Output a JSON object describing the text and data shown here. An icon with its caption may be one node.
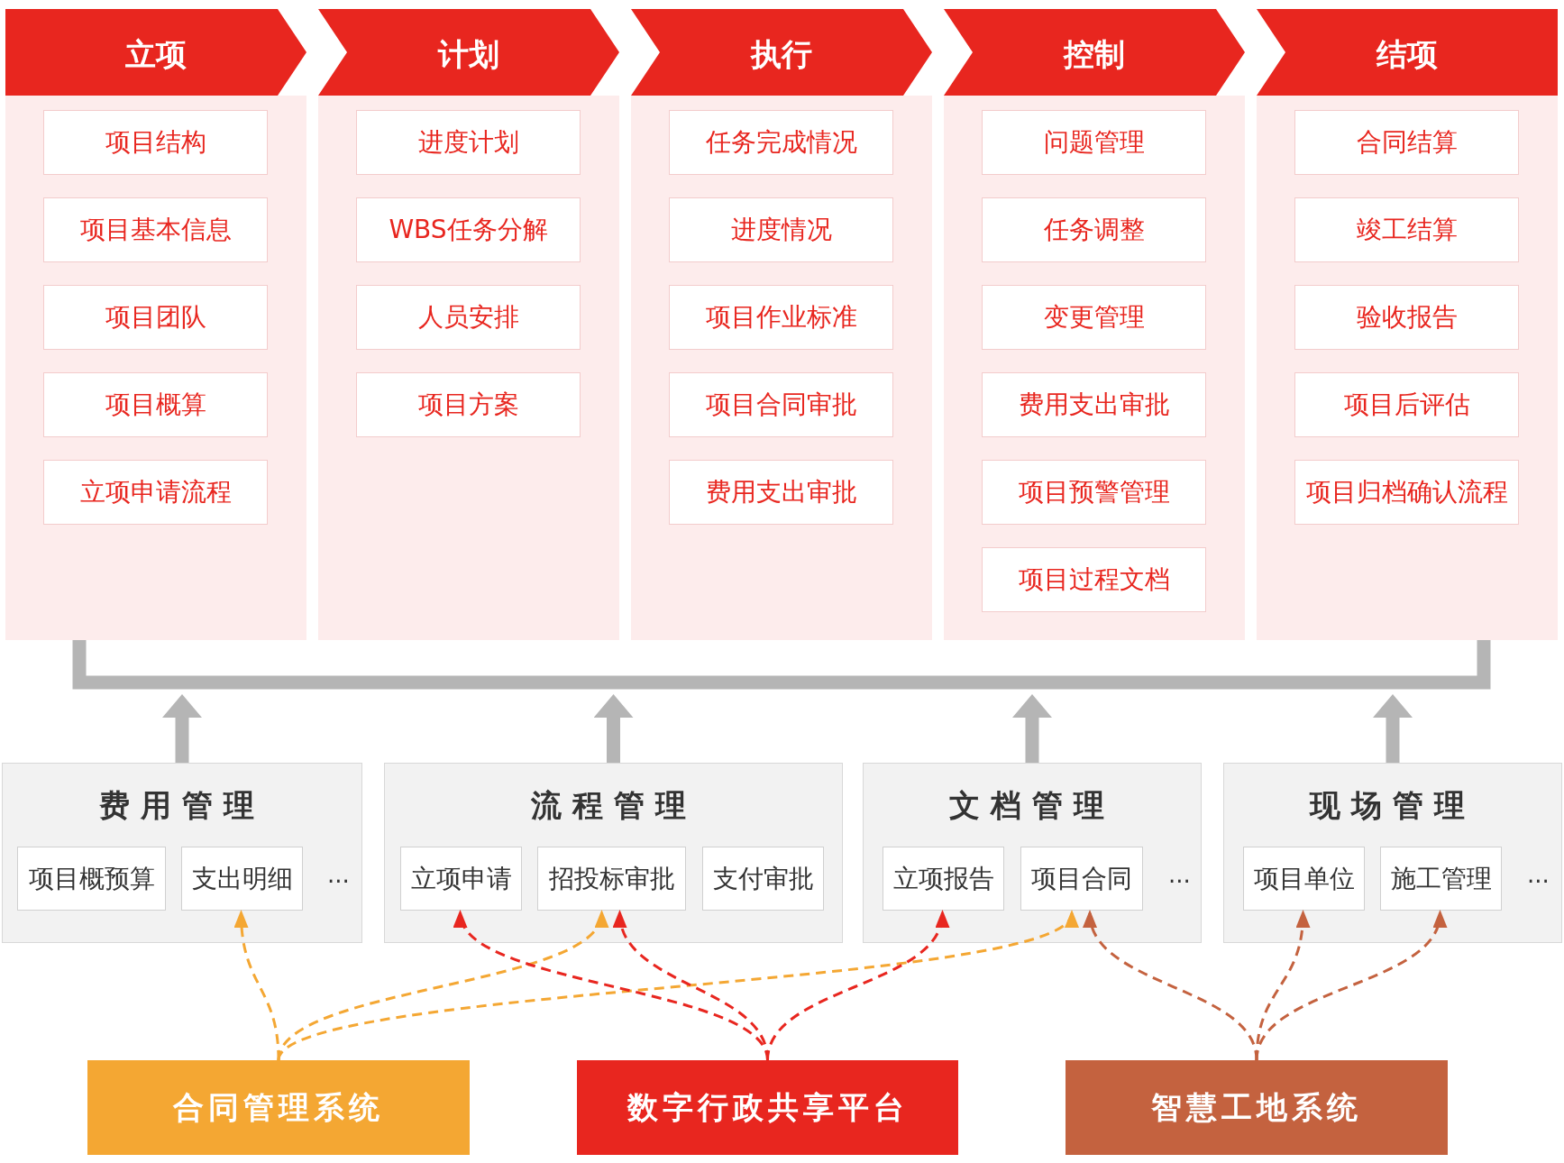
{
  "diagram": {
    "nodes": [
      {
        "text": [
          "立项"
        ]
      },
      {
        "text": [
          "项目结构"
        ],
        "in": 0
      },
      {
        "text": [
          "项目基本信息"
        ],
        "in": 0
      },
      {
        "text": [
          "项目团队"
        ],
        "in": 0
      },
      {
        "text": [
          "项目概算"
        ],
        "in": 0
      },
      {
        "text": [
          "立项申请流程"
        ],
        "in": 0
      },
      {
        "text": [
          "计划"
        ]
      },
      {
        "text": [
          "进度计划"
        ],
        "in": 6
      },
      {
        "text": [
          "WBS任务分解"
        ],
        "in": 6
      },
      {
        "text": [
          "人员安排"
        ],
        "in": 6
      },
      {
        "text": [
          "项目方案"
        ],
        "in": 6
      },
      {
        "text": [
          "执行"
        ]
      },
      {
        "text": [
          "任务完成情况"
        ],
        "in": 11
      },
      {
        "text": [
          "进度情况"
        ],
        "in": 11
      },
      {
        "text": [
          "项目作业标准"
        ],
        "in": 11
      },
      {
        "text": [
          "项目合同审批"
        ],
        "in": 11
      },
      {
        "text": [
          "费用支出审批"
        ],
        "in": 11
      },
      {
        "text": [
          "控制"
        ]
      },
      {
        "text": [
          "问题管理"
        ],
        "in": 17
      },
      {
        "text": [
          "任务调整"
        ],
        "in": 17
      },
      {
        "text": [
          "变更管理"
        ],
        "in": 17
      },
      {
        "text": [
          "费用支出审批"
        ],
        "in": 17
      },
      {
        "text": [
          "项目预警管理"
        ],
        "in": 17
      },
      {
        "text": [
          "项目过程文档"
        ],
        "in": 17
      },
      {
        "text": [
          "结项"
        ]
      },
      {
        "text": [
          "合同结算"
        ],
        "in": 24
      },
      {
        "text": [
          "竣工结算"
        ],
        "in": 24
      },
      {
        "text": [
          "验收报告"
        ],
        "in": 24
      },
      {
        "text": [
          "项目后评估"
        ],
        "in": 24
      },
      {
        "text": [
          "项目归档确认流程"
        ],
        "in": 24
      },
      {
        "text": [
          "费用管理",
          "..."
        ]
      },
      {
        "text": [
          "项目概预算"
        ],
        "in": 30
      },
      {
        "text": [
          "支出明细"
        ],
        "in": 30
      },
      {
        "text": [
          "流程管理"
        ]
      },
      {
        "text": [
          "立项申请"
        ],
        "in": 33
      },
      {
        "text": [
          "招投标审批"
        ],
        "in": 33
      },
      {
        "text": [
          "支付审批"
        ],
        "in": 33
      },
      {
        "text": [
          "文档管理",
          "..."
        ]
      },
      {
        "text": [
          "立项报告"
        ],
        "in": 37
      },
      {
        "text": [
          "项目合同"
        ],
        "in": 37
      },
      {
        "text": [
          "现场管理",
          "..."
        ]
      },
      {
        "text": [
          "项目单位"
        ],
        "in": 40
      },
      {
        "text": [
          "施工管理"
        ],
        "in": 40
      },
      {
        "text": [
          "合同管理系统"
        ]
      },
      {
        "text": [
          "数字行政共享平台"
        ]
      },
      {
        "text": [
          "智慧工地系统"
        ]
      }
    ],
    "edges": [
      {
        "from": 0,
        "to": 24,
        "arrow": "none",
        "style": "thick",
        "color": "#b5b5b5"
      },
      {
        "from": 30,
        "to": null,
        "arrow": "to",
        "style": "thick",
        "color": "#b5b5b5"
      },
      {
        "from": 33,
        "to": null,
        "arrow": "to",
        "style": "thick",
        "color": "#b5b5b5"
      },
      {
        "from": 37,
        "to": null,
        "arrow": "to",
        "style": "thick",
        "color": "#b5b5b5"
      },
      {
        "from": 40,
        "to": null,
        "arrow": "to",
        "style": "thick",
        "color": "#b5b5b5"
      },
      {
        "from": 43,
        "to": 32,
        "arrow": "to",
        "style": "dashed",
        "color": "#f4a733"
      },
      {
        "from": 43,
        "to": 35,
        "arrow": "to",
        "style": "dashed",
        "color": "#f4a733"
      },
      {
        "from": 43,
        "to": 39,
        "arrow": "to",
        "style": "dashed",
        "color": "#f4a733"
      },
      {
        "from": 44,
        "to": 34,
        "arrow": "to",
        "style": "dashed",
        "color": "#e8261f"
      },
      {
        "from": 44,
        "to": 35,
        "arrow": "to",
        "style": "dashed",
        "color": "#e8261f"
      },
      {
        "from": 44,
        "to": 38,
        "arrow": "to",
        "style": "dashed",
        "color": "#e8261f"
      },
      {
        "from": 45,
        "to": 39,
        "arrow": "to",
        "style": "dashed",
        "color": "#c4623f"
      },
      {
        "from": 45,
        "to": 41,
        "arrow": "to",
        "style": "dashed",
        "color": "#c4623f"
      },
      {
        "from": 45,
        "to": 42,
        "arrow": "to",
        "style": "dashed",
        "color": "#c4623f"
      }
    ]
  }
}
